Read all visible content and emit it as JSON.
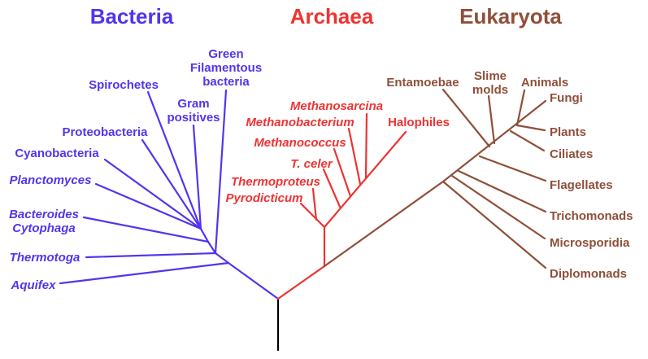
{
  "headers": {
    "bacteria": "Bacteria",
    "archaea": "Archaea",
    "eukaryota": "Eukaryota"
  },
  "colors": {
    "bacteria": "#5533ee",
    "archaea": "#ee3333",
    "eukaryota": "#8f4f3a",
    "root": "#000000"
  },
  "bacteria": {
    "green_1": "Green",
    "green_2": "Filamentous",
    "green_3": "bacteria",
    "spirochetes": "Spirochetes",
    "gram_1": "Gram",
    "gram_2": "positives",
    "proteobacteria": "Proteobacteria",
    "cyanobacteria": "Cyanobacteria",
    "planctomyces": "Planctomyces",
    "bacteroides_1": "Bacteroides",
    "bacteroides_2": "Cytophaga",
    "thermotoga": "Thermotoga",
    "aquifex": "Aquifex"
  },
  "archaea": {
    "methanosarcina": "Methanosarcina",
    "methanobacterium": "Methanobacterium",
    "halophiles": "Halophiles",
    "methanococcus": "Methanococcus",
    "tceler": "T. celer",
    "thermoproteus": "Thermoproteus",
    "pyrodicticum": "Pyrodicticum"
  },
  "eukaryota": {
    "entamoebae": "Entamoebae",
    "slime_1": "Slime",
    "slime_2": "molds",
    "animals": "Animals",
    "fungi": "Fungi",
    "plants": "Plants",
    "ciliates": "Ciliates",
    "flagellates": "Flagellates",
    "trichomonads": "Trichomonads",
    "microsporidia": "Microsporidia",
    "diplomonads": "Diplomonads"
  }
}
